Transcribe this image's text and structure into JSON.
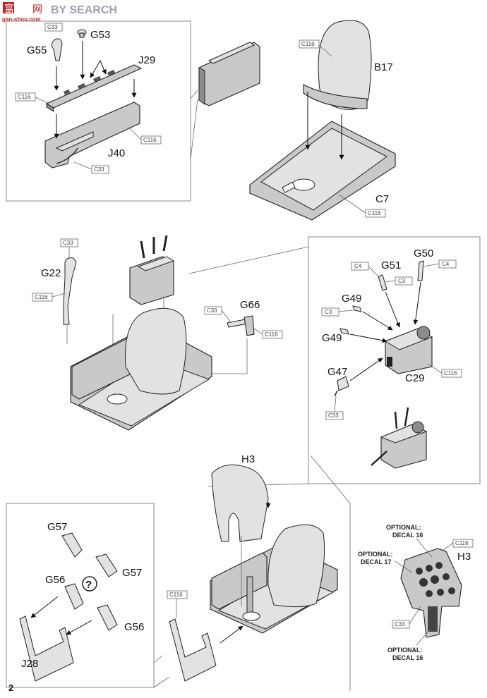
{
  "watermark": {
    "left": "富",
    "mid": "网",
    "right": "BY SEARCH",
    "url": "gan-shou.com"
  },
  "page_number": "2",
  "labels": {
    "G53": "G53",
    "G55": "G55",
    "J29": "J29",
    "J40": "J40",
    "B17": "B17",
    "C7": "C7",
    "G22": "G22",
    "G66": "G66",
    "G51": "G51",
    "G50": "G50",
    "G49a": "G49",
    "G49b": "G49",
    "G47": "G47",
    "C29": "C29",
    "H3a": "H3",
    "H3b": "H3",
    "G57a": "G57",
    "G57b": "G57",
    "G56a": "G56",
    "G56b": "G56",
    "J28": "J28",
    "question": "?"
  },
  "codes": {
    "c33_1": "C33",
    "c116_1": "C116",
    "c116_2": "C116",
    "c33_2": "C33",
    "c116_3": "C116",
    "c116_4": "C116",
    "c33_3": "C33",
    "c116_5": "C116",
    "c33_4": "C33",
    "c116_6": "C116",
    "c4_1": "C4",
    "c4_2": "C4",
    "c3_1": "C3",
    "c3_2": "C3",
    "c116_7": "C116",
    "c33_5": "C33",
    "c116_8": "C116",
    "c116_9": "C116",
    "c33_6": "C33"
  },
  "optional": {
    "o1_line1": "OPTIONAL:",
    "o1_line2": "DECAL 16",
    "o2_line1": "OPTIONAL:",
    "o2_line2": "DECAL 17",
    "o3_line1": "OPTIONAL:",
    "o3_line2": "DECAL 16"
  }
}
